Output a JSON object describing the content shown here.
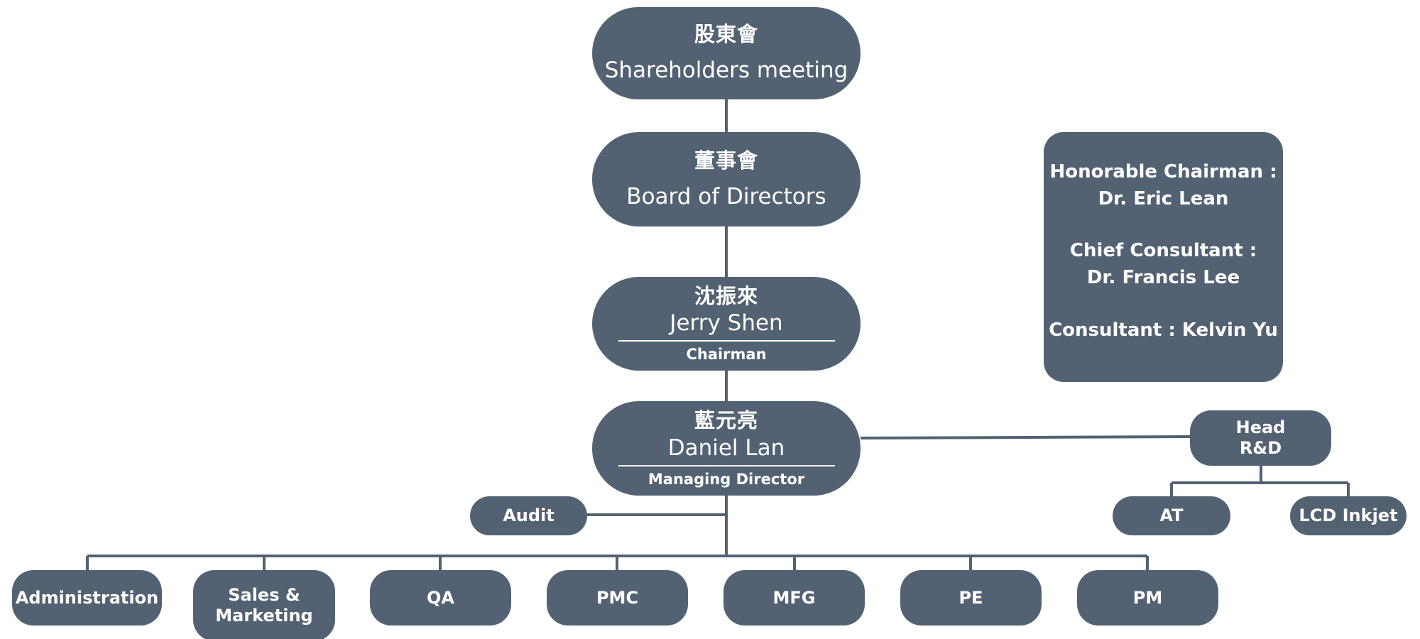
{
  "shareholders": {
    "name_zh": "股東會",
    "name_en": "Shareholders meeting"
  },
  "board": {
    "name_zh": "董事會",
    "name_en": "Board of Directors"
  },
  "chairman": {
    "name_zh": "沈振來",
    "name_en": "Jerry Shen",
    "role": "Chairman"
  },
  "managing_director": {
    "name_zh": "藍元亮",
    "name_en": "Daniel Lan",
    "role": "Managing Director"
  },
  "advisors": {
    "honorable_chairman_title": "Honorable Chairman :",
    "honorable_chairman_name": "Dr. Eric Lean",
    "chief_consultant_title": "Chief Consultant :",
    "chief_consultant_name": "Dr. Francis Lee",
    "consultant": "Consultant : Kelvin Yu"
  },
  "audit": {
    "label": "Audit"
  },
  "rd": {
    "line1": "Head",
    "line2": "R&D",
    "children": [
      "AT",
      "LCD Inkjet"
    ]
  },
  "departments": [
    "Administration",
    "Sales & Marketing",
    "QA",
    "PMC",
    "MFG",
    "PE",
    "PM"
  ],
  "colors": {
    "node": "#526272",
    "line": "#526272",
    "text": "#ffffff"
  }
}
